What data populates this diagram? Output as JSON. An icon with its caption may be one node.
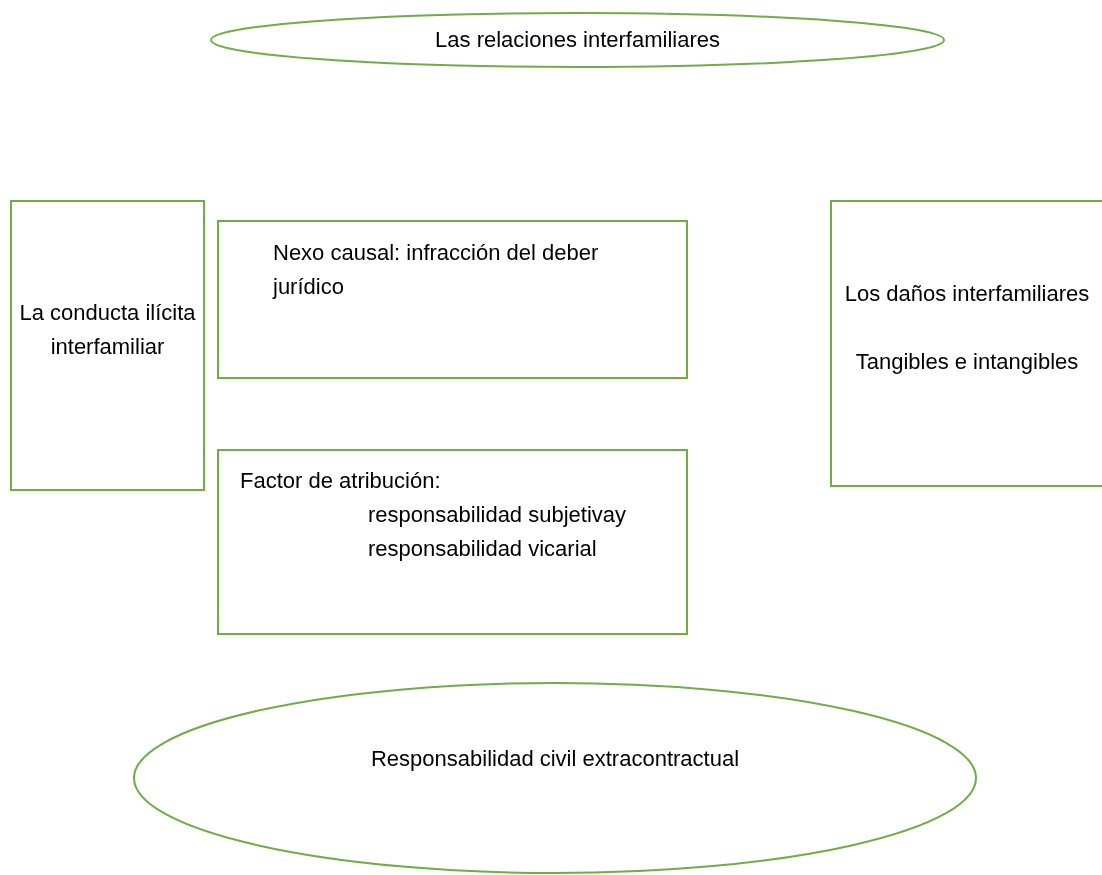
{
  "diagram": {
    "nodes": [
      {
        "text": [
          "Las relaciones interfamiliares"
        ]
      },
      {
        "text": [
          "La conducta ilícita interfamiliar"
        ]
      },
      {
        "text": [
          "Nexo causal: infracción del deber jurídico"
        ]
      },
      {
        "text": [
          "Factor de atribución:",
          "responsabilidad subjetivay responsabilidad vicarial"
        ]
      },
      {
        "text": [
          "Los daños interfamiliares",
          "Tangibles e intangibles"
        ]
      },
      {
        "text": [
          "Responsabilidad civil extracontractual"
        ]
      }
    ]
  }
}
